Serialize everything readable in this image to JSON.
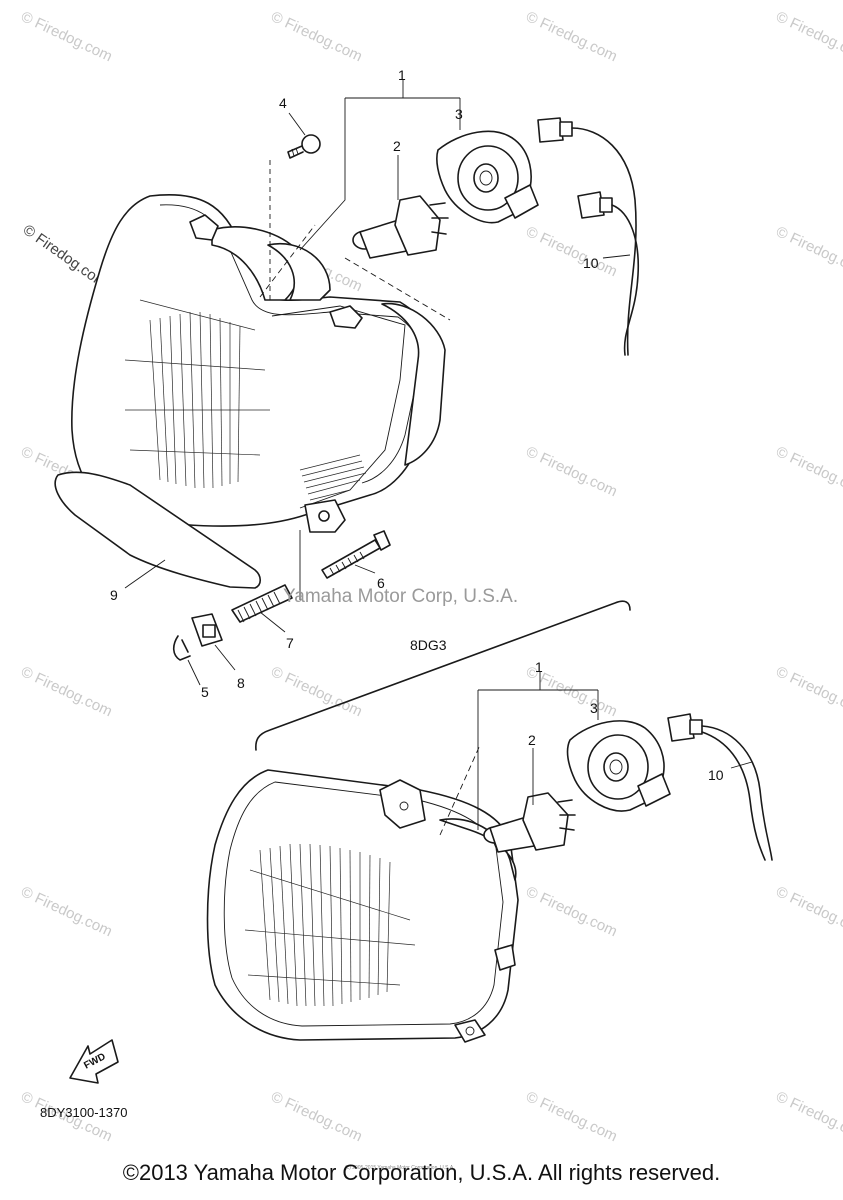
{
  "watermark": {
    "site": "© Firedog.com",
    "company": "Yamaha Motor Corp, U.S.A.",
    "small": "(c) 2005-2015 Yamaha Motor Corporation, U.S.A."
  },
  "variant_label": "8DG3",
  "fwd_label": "FWD",
  "diagram_code": "8DY3100-1370",
  "copyright": "©2013 Yamaha Motor Corporation, U.S.A. All rights reserved.",
  "callouts_top": {
    "c1": "1",
    "c2": "2",
    "c3": "3",
    "c4": "4",
    "c5": "5",
    "c6": "6",
    "c7": "7",
    "c8": "8",
    "c9": "9",
    "c10": "10"
  },
  "callouts_bottom": {
    "c1": "1",
    "c2": "2",
    "c3": "3",
    "c10": "10"
  }
}
